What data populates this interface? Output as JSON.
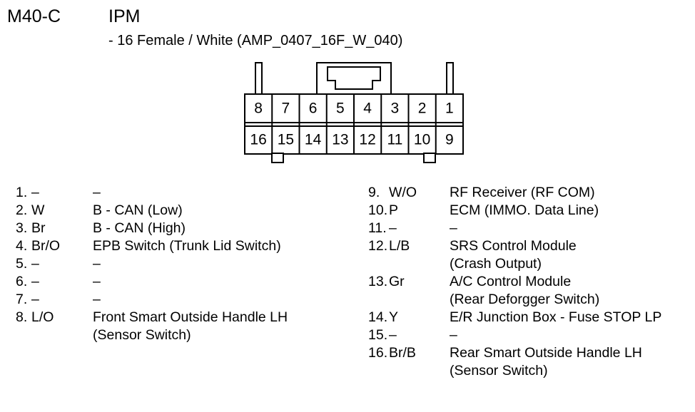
{
  "header": {
    "connector_code": "M40-C",
    "connector_name": "IPM",
    "spec_line": "- 16 Female / White (AMP_0407_16F_W_040)"
  },
  "connector": {
    "top_row_labels": [
      "8",
      "7",
      "6",
      "5",
      "4",
      "3",
      "2",
      "1"
    ],
    "bottom_row_labels": [
      "16",
      "15",
      "14",
      "13",
      "12",
      "11",
      "10",
      "9"
    ],
    "columns": 8,
    "rows": 2
  },
  "pins_left": [
    {
      "index": "1.",
      "color": "–",
      "desc": "–",
      "desc2": ""
    },
    {
      "index": "2.",
      "color": "W",
      "desc": "B - CAN (Low)",
      "desc2": ""
    },
    {
      "index": "3.",
      "color": "Br",
      "desc": "B - CAN (High)",
      "desc2": ""
    },
    {
      "index": "4.",
      "color": "Br/O",
      "desc": "EPB Switch (Trunk Lid Switch)",
      "desc2": ""
    },
    {
      "index": "5.",
      "color": "–",
      "desc": "–",
      "desc2": ""
    },
    {
      "index": "6.",
      "color": "–",
      "desc": "–",
      "desc2": ""
    },
    {
      "index": "7.",
      "color": "–",
      "desc": "–",
      "desc2": ""
    },
    {
      "index": "8.",
      "color": "L/O",
      "desc": "Front Smart Outside Handle LH",
      "desc2": "(Sensor Switch)"
    }
  ],
  "pins_right": [
    {
      "index": "9.",
      "color": "W/O",
      "desc": "RF Receiver (RF COM)",
      "desc2": ""
    },
    {
      "index": "10.",
      "color": "P",
      "desc": "ECM (IMMO. Data Line)",
      "desc2": ""
    },
    {
      "index": "11.",
      "color": "–",
      "desc": "–",
      "desc2": ""
    },
    {
      "index": "12.",
      "color": "L/B",
      "desc": "SRS Control Module",
      "desc2": "(Crash Output)"
    },
    {
      "index": "13.",
      "color": "Gr",
      "desc": "A/C Control Module",
      "desc2": "(Rear Deforgger Switch)"
    },
    {
      "index": "14.",
      "color": "Y",
      "desc": "E/R Junction Box - Fuse STOP LP",
      "desc2": ""
    },
    {
      "index": "15.",
      "color": "–",
      "desc": "–",
      "desc2": ""
    },
    {
      "index": "16.",
      "color": "Br/B",
      "desc": "Rear Smart Outside Handle LH",
      "desc2": "(Sensor Switch)"
    }
  ],
  "colors": {
    "background": "#ffffff",
    "ink": "#000000"
  }
}
